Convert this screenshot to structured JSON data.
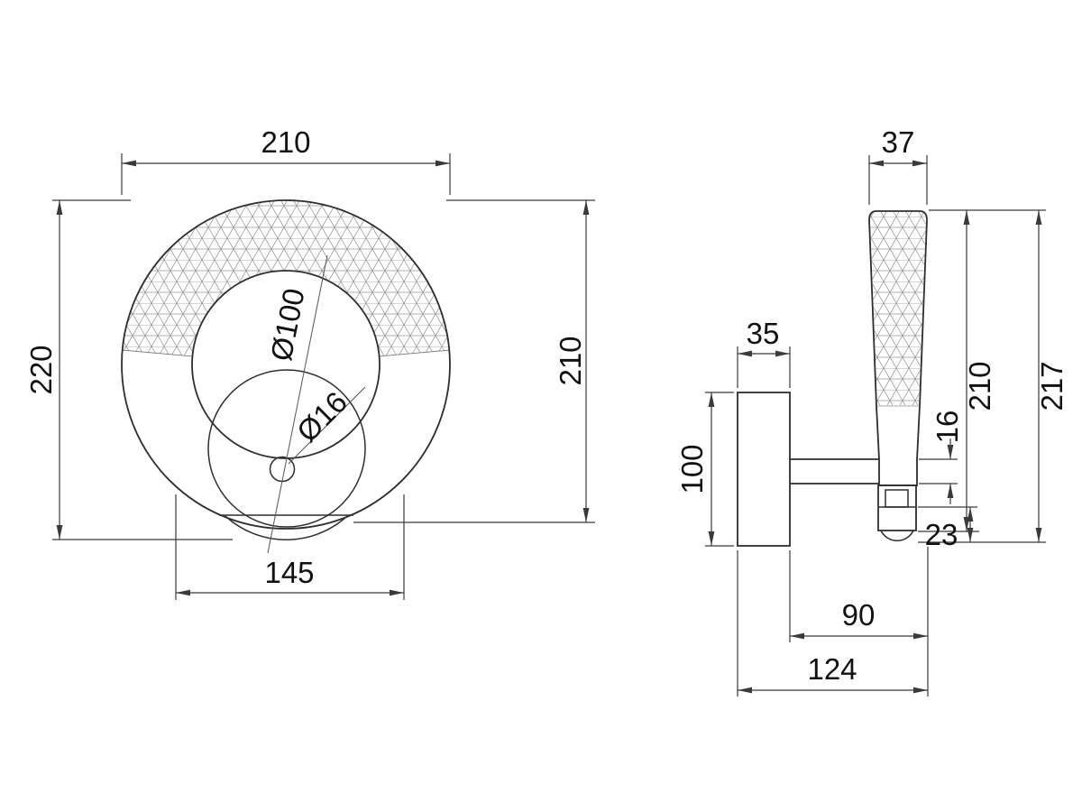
{
  "front": {
    "width": "210",
    "height": "220",
    "inner_height": "210",
    "bottom_width": "145",
    "ring_diameter": "Ø100",
    "hole_diameter": "Ø16"
  },
  "side": {
    "stem_width": "37",
    "plate_width": "35",
    "plate_height": "100",
    "arm_thickness": "16",
    "body_height": "210",
    "overall_height": "217",
    "socket_height": "23",
    "depth": "90",
    "overall_depth": "124"
  },
  "colors": {
    "object_line": "#2e2e2e",
    "dimension_line": "#3a3a3a",
    "text": "#111111",
    "mesh": "#999999",
    "background": "#ffffff"
  }
}
